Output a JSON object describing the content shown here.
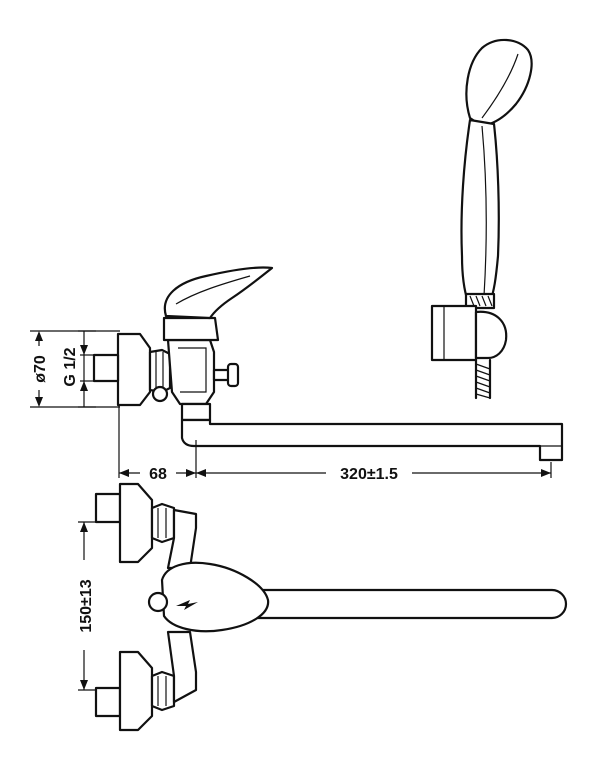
{
  "dimensions": {
    "diameter": "ø70",
    "thread": "G 1/2",
    "wall_offset": "68",
    "spout_length": "320±1.5",
    "center_distance": "150±13"
  }
}
